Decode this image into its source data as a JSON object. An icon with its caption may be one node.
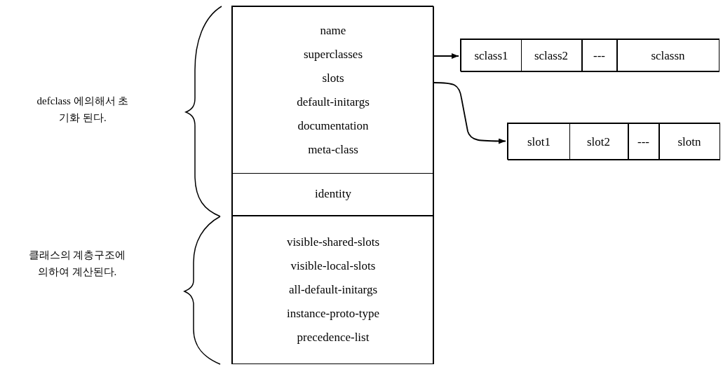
{
  "diagram": {
    "nodes": [
      {
        "text": [],
        "shape": "box"
      },
      {
        "text": [
          "name",
          "superclasses",
          "slots",
          "default-initargs",
          "documentation",
          "meta-class"
        ],
        "in": 0
      },
      {
        "text": [
          "identity"
        ],
        "in": 0
      },
      {
        "text": [
          "visible-shared-slots",
          "visible-local-slots",
          "all-default-initargs",
          "instance-proto-type",
          "precedence-list"
        ],
        "in": 0
      },
      {
        "text": [],
        "shape": "box"
      },
      {
        "text": [
          "sclass1"
        ],
        "in": 4
      },
      {
        "text": [
          "sclass2"
        ],
        "in": 4
      },
      {
        "text": [
          "---"
        ],
        "in": 4
      },
      {
        "text": [
          "sclassn"
        ],
        "in": 4
      },
      {
        "text": [],
        "shape": "box"
      },
      {
        "text": [
          "slot1"
        ],
        "in": 9
      },
      {
        "text": [
          "slot2"
        ],
        "in": 9
      },
      {
        "text": [
          "---"
        ],
        "in": 9
      },
      {
        "text": [
          "slotn"
        ],
        "in": 9
      }
    ],
    "edges": [
      {
        "from": 1,
        "to": 4,
        "arrow": "to"
      },
      {
        "from": 1,
        "to": 9,
        "arrow": "to"
      }
    ],
    "labels": [
      "defclass 에의해서 초기화 된다.",
      "클래스의 계층구조에 의하여 계산된다."
    ]
  }
}
